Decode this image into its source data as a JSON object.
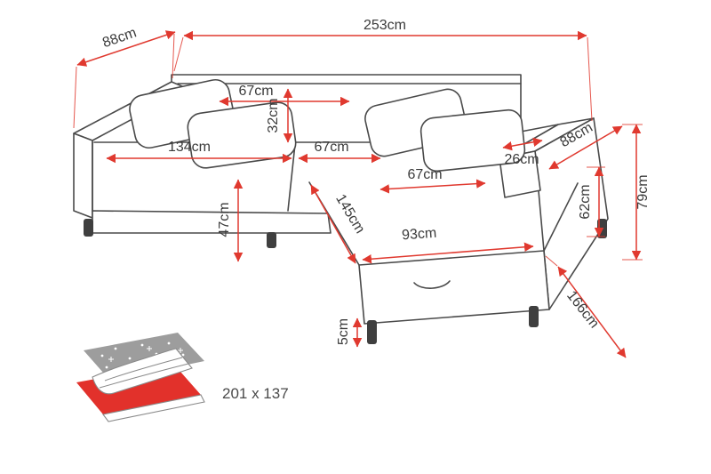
{
  "diagram": {
    "dimensions": {
      "total_width": "253cm",
      "left_depth": "88cm",
      "back_top_width": "67cm",
      "backrest_depth": "32cm",
      "left_seat_width": "134cm",
      "corner_seat_width": "67cm",
      "right_armrest_width": "26cm",
      "right_armrest_depth": "88cm",
      "right_arm_height": "62cm",
      "total_height": "79cm",
      "chaise_seat_width": "67cm",
      "chaise_length": "145cm",
      "chaise_front_width": "93cm",
      "seat_height": "47cm",
      "leg_height": "5cm",
      "right_side_length": "166cm"
    },
    "sleeping_area": {
      "label": "201 x 137"
    },
    "colors": {
      "dimension_line": "#e0392f",
      "outline": "#4a4a4a",
      "bed_icon_gray": "#9d9d9d",
      "bed_icon_red": "#e2312b"
    }
  }
}
